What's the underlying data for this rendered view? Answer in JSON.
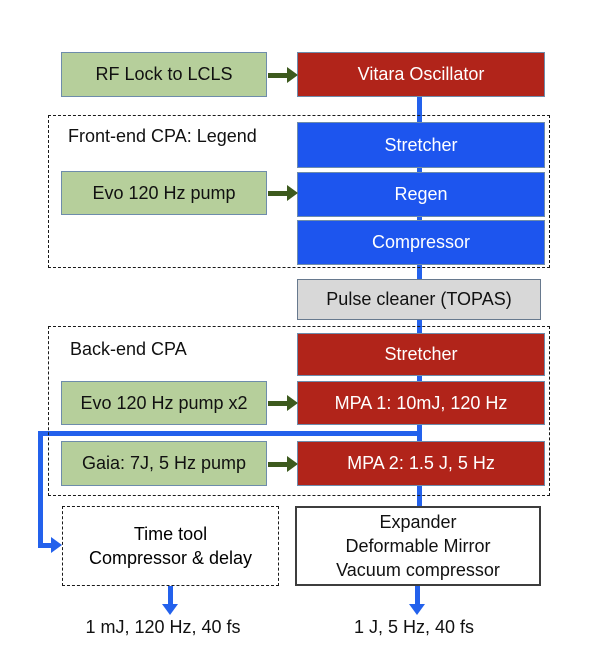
{
  "colors": {
    "box_green": "#b6cf9b",
    "box_red": "#b1241a",
    "box_blue": "#1d55ee",
    "box_gray": "#d8d8d8",
    "line_blue": "#2361ec",
    "arrow_green": "#3d5a1e",
    "border_steel": "#6e8cab",
    "border_gray": "#67798e"
  },
  "nodes": {
    "rf_lock": "RF Lock to LCLS",
    "vitara": "Vitara Oscillator",
    "frontend_label": "Front-end CPA: Legend",
    "stretcher1": "Stretcher",
    "evo_pump": "Evo 120 Hz pump",
    "regen": "Regen",
    "compressor": "Compressor",
    "pulse_cleaner": "Pulse cleaner (TOPAS)",
    "backend_label": "Back-end CPA",
    "stretcher2": "Stretcher",
    "evo_pump_x2": "Evo 120 Hz pump x2",
    "mpa1": "MPA 1: 10mJ, 120 Hz",
    "gaia": "Gaia: 7J, 5 Hz pump",
    "mpa2": "MPA 2: 1.5 J, 5 Hz",
    "time_tool_line1": "Time tool",
    "time_tool_line2": "Compressor & delay",
    "expander_line1": "Expander",
    "expander_line2": "Deformable Mirror",
    "expander_line3": "Vacuum compressor",
    "output_left": "1 mJ, 120 Hz, 40 fs",
    "output_right": "1 J, 5 Hz, 40 fs"
  }
}
